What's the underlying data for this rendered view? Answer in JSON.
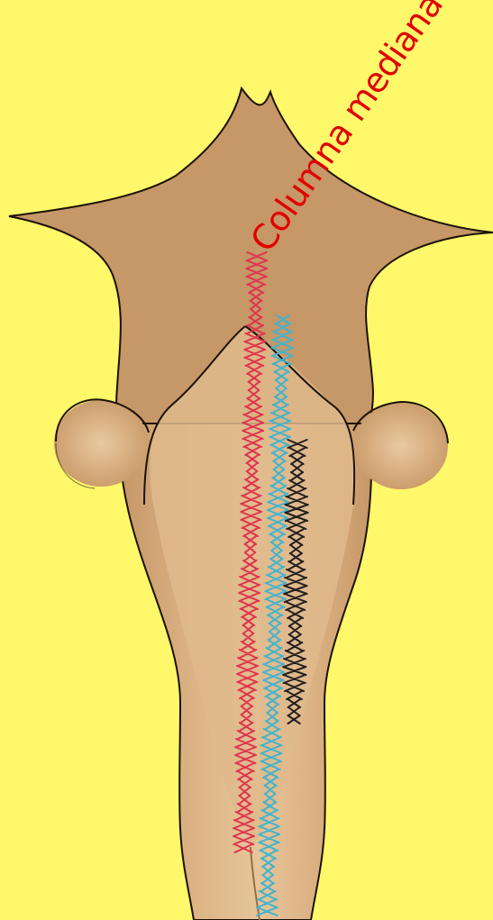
{
  "diagram": {
    "label": "Columna mediana"
  },
  "colors": {
    "background": "#fef86a",
    "tissue": "#c69767",
    "tissue_light": "#e4c095",
    "outline": "#1c1208",
    "column_red": "#e0334d",
    "column_blue": "#3fb4cf",
    "column_black": "#231f20",
    "label": "#e00000"
  },
  "columns": [
    {
      "name": "red-column",
      "color": "red"
    },
    {
      "name": "blue-column",
      "color": "blue"
    },
    {
      "name": "black-column",
      "color": "black"
    }
  ]
}
